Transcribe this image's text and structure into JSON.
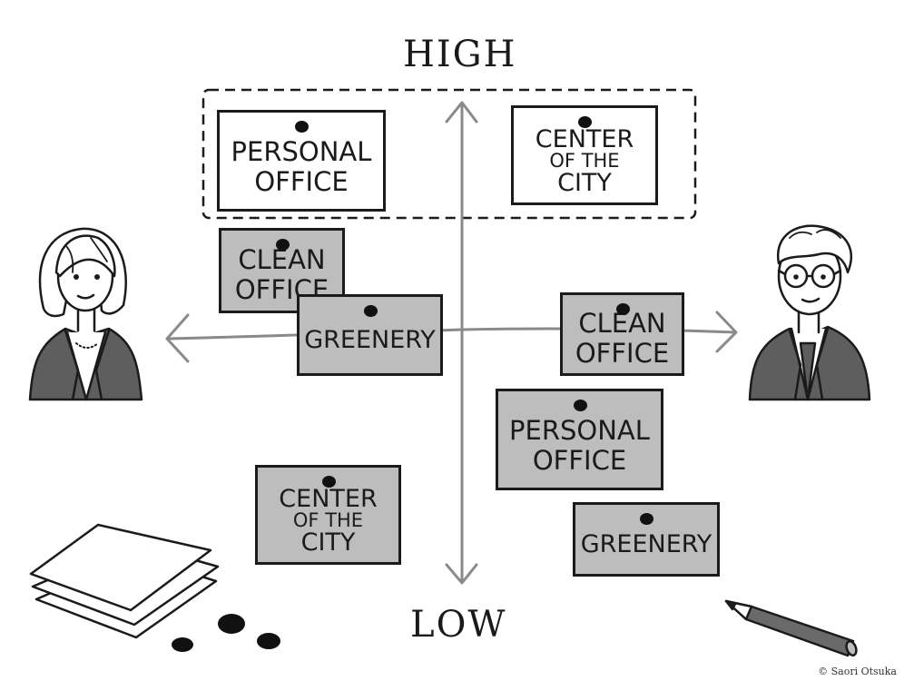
{
  "axis": {
    "top_label": "HIGH",
    "bottom_label": "LOW"
  },
  "notes": {
    "left_personal_office": {
      "lines": [
        "PERSONAL",
        "OFFICE"
      ]
    },
    "left_center_city": {
      "lines": [
        "CENTER",
        "OF THE",
        "CITY"
      ]
    },
    "left_clean_office": {
      "lines": [
        "CLEAN",
        "OFFICE"
      ]
    },
    "left_greenery": {
      "lines": [
        "GREENERY"
      ]
    },
    "left_center_city_low": {
      "lines": [
        "CENTER",
        "OF THE",
        "CITY"
      ]
    },
    "right_clean_office": {
      "lines": [
        "CLEAN",
        "OFFICE"
      ]
    },
    "right_personal_office": {
      "lines": [
        "PERSONAL",
        "OFFICE"
      ]
    },
    "right_greenery": {
      "lines": [
        "GREENERY"
      ]
    }
  },
  "credit": "© Saori Otsuka",
  "colors": {
    "ink": "#1b1b1b",
    "axis": "#8a8a8a",
    "note_gray": "#bdbdbd",
    "note_white": "#ffffff",
    "jacket": "#5e5e5e"
  },
  "icons": [
    "woman-figure-icon",
    "man-figure-icon",
    "paper-stack-icon",
    "pencil-icon",
    "ink-dot-icon"
  ]
}
